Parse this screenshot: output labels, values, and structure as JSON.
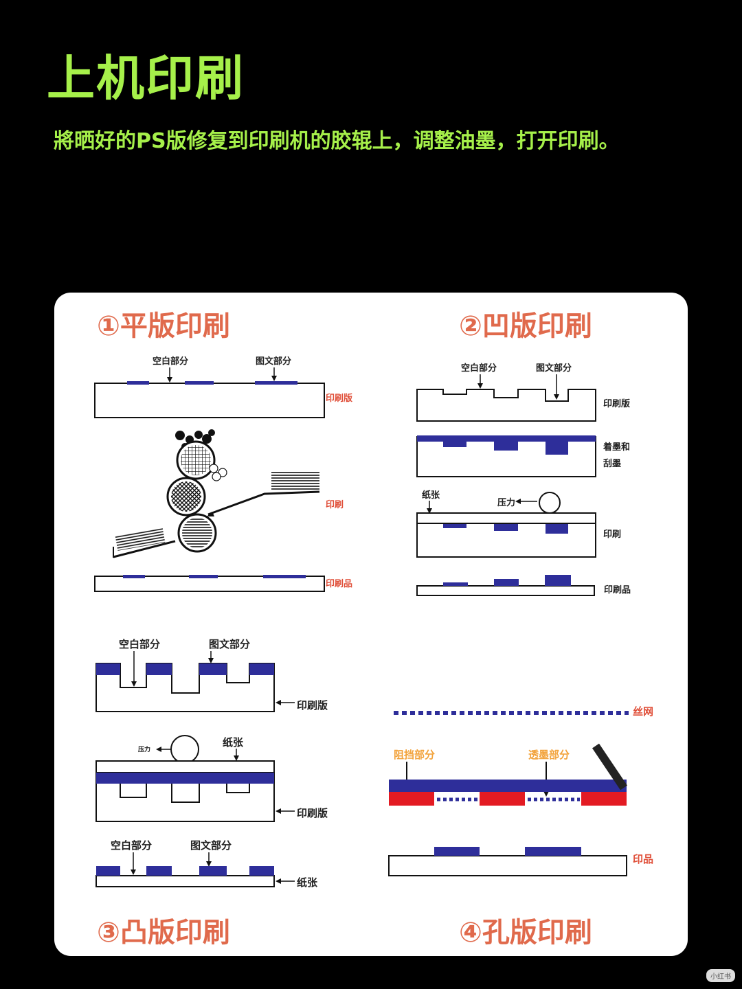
{
  "page": {
    "title": "上机印刷",
    "subtitle": "將晒好的PS版修复到印刷机的胶辊上，调整油墨，打开印刷。"
  },
  "colors": {
    "accent": "#a6f04a",
    "section_title": "#e06a4c",
    "ink": "#2e2e9a",
    "red": "#e31b23"
  },
  "sections": {
    "planographic": {
      "title": "①平版印刷",
      "label_blank": "空白部分",
      "label_image": "图文部分",
      "label_plate": "印刷版",
      "label_print": "印刷",
      "label_product": "印刷品"
    },
    "intaglio": {
      "title": "②凹版印刷",
      "label_blank": "空白部分",
      "label_image": "图文部分",
      "label_plate": "印刷版",
      "label_ink_line1": "着墨和",
      "label_ink_line2": "刮墨",
      "label_paper": "纸张",
      "label_pressure": "压力",
      "label_print": "印刷",
      "label_product": "印刷品"
    },
    "relief": {
      "title": "③凸版印刷",
      "label_blank": "空白部分",
      "label_image": "图文部分",
      "label_plate": "印刷版",
      "label_pressure": "压力",
      "label_paper": "纸张",
      "label_plate_2": "印刷版",
      "label_blank_2": "空白部分",
      "label_image_2": "图文部分",
      "label_paper_2": "纸张"
    },
    "stencil": {
      "title": "④孔版印刷",
      "label_screen": "丝网",
      "label_block": "阻挡部分",
      "label_pass": "透墨部分",
      "label_product": "印品"
    }
  },
  "watermark": "小红书"
}
